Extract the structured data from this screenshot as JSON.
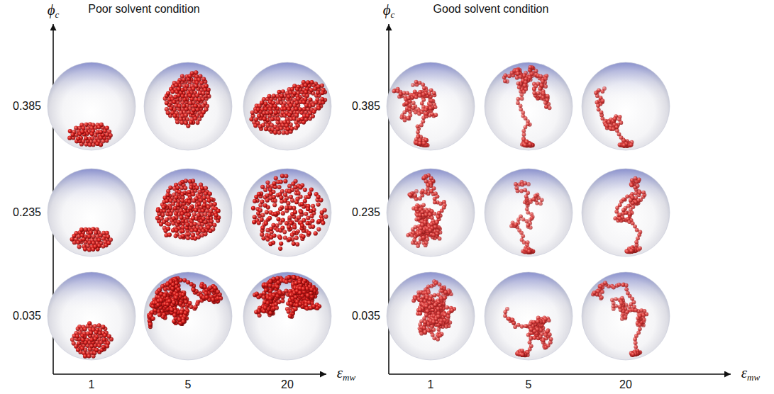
{
  "diagram": {
    "labels": [
      "Poor solvent condition",
      "ϕc",
      "0.385",
      "0.235",
      "0.035",
      "1",
      "5",
      "20",
      "εmw",
      "Good solvent condition",
      "ϕc",
      "0.385",
      "0.235",
      "0.035",
      "1",
      "5",
      "20",
      "εmw"
    ]
  }
}
